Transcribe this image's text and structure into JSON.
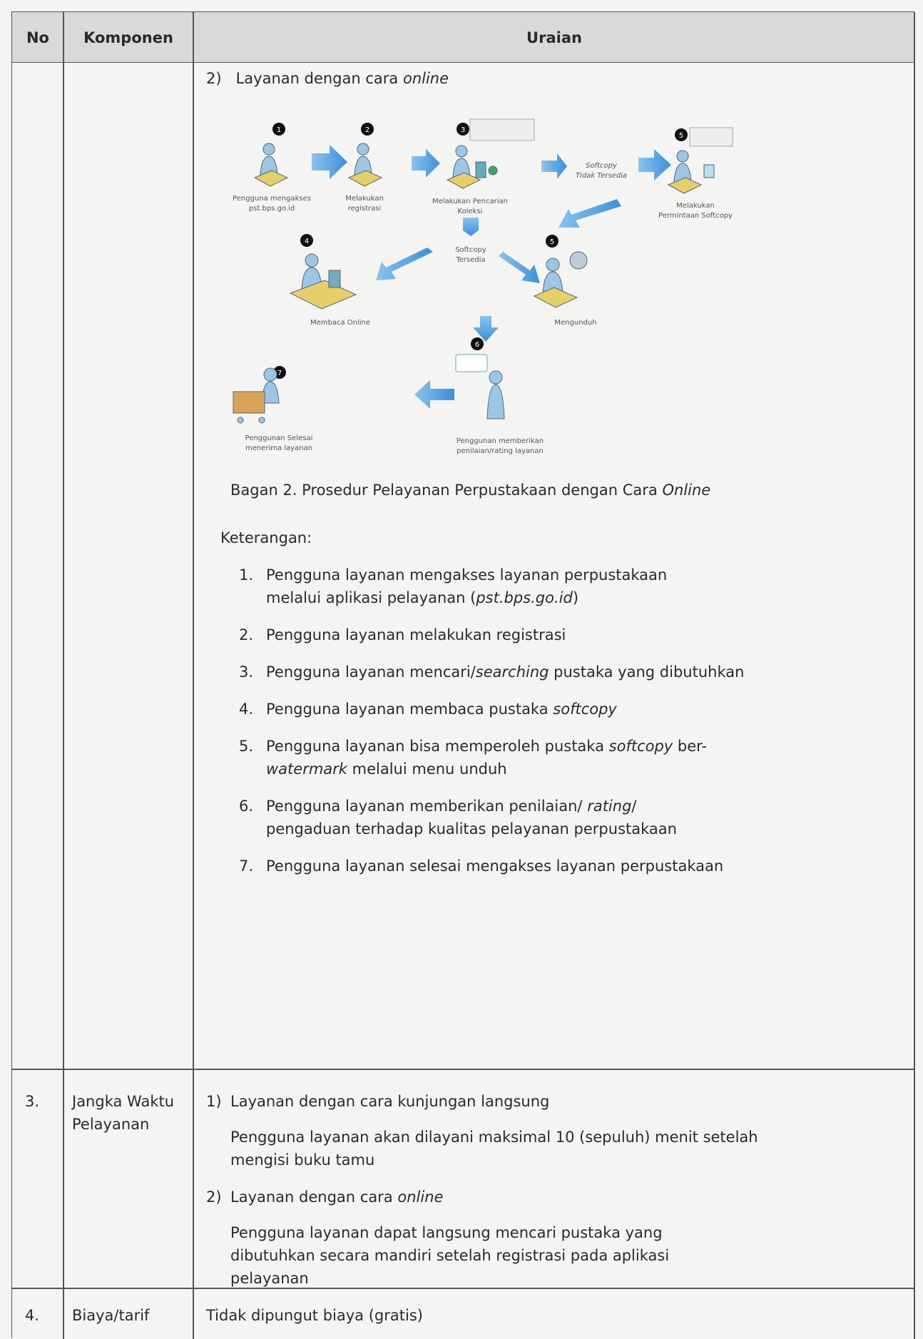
{
  "header": {
    "no": "No",
    "komponen": "Komponen",
    "uraian": "Uraian"
  },
  "section_online": {
    "num": "2)",
    "text": "Layanan dengan cara",
    "text_it": "online"
  },
  "diagram": {
    "steps": [
      "1",
      "2",
      "3",
      "4",
      "5",
      "5",
      "6",
      "7"
    ],
    "labels": {
      "s1a": "Pengguna mengakses",
      "s1b": "pst.bps.go.id",
      "s2a": "Melakukan",
      "s2b": "registrasi",
      "s3a": "Melakukan Pencarian",
      "s3b": "Koleksi",
      "s5a": "Melakukan",
      "s5b": "Permintaan Softcopy",
      "nota": "Softcopy",
      "notb": "Tidak Tersedia",
      "ya": "Softcopy",
      "yb": "Tersedia",
      "read": "Membaca Online",
      "dl": "Mengunduh",
      "d7a": "Penggunan Selesai",
      "d7b": "menerima layanan",
      "d6a": "Penggunan memberikan",
      "d6b": "penilaian/rating layanan"
    }
  },
  "caption": {
    "text": "Bagan 2. Prosedur Pelayanan Perpustakaan dengan Cara",
    "it": "Online"
  },
  "keterangan": "Keterangan:",
  "items": [
    {
      "n": "1.",
      "l1": "Pengguna layanan mengakses layanan perpustakaan",
      "l2a": "melalui aplikasi pelayanan (",
      "l2it": "pst.bps.go.id",
      "l2b": ")"
    },
    {
      "n": "2.",
      "l1": "Pengguna layanan melakukan registrasi"
    },
    {
      "n": "3.",
      "a": "Pengguna layanan mencari/",
      "it": "searching",
      "b": " pustaka yang dibutuhkan"
    },
    {
      "n": "4.",
      "a": "Pengguna layanan membaca pustaka ",
      "it": "softcopy"
    },
    {
      "n": "5.",
      "a": "Pengguna layanan bisa memperoleh pustaka ",
      "it": "softcopy",
      "b": " ber-",
      "l2it": "watermark",
      "l2b": " melalui menu unduh"
    },
    {
      "n": "6.",
      "a": "Pengguna layanan memberikan penilaian/ ",
      "it": "rating",
      "b": "/",
      "l2": "pengaduan terhadap kualitas pelayanan perpustakaan"
    },
    {
      "n": "7.",
      "l1": "Pengguna layanan selesai mengakses layanan perpustakaan"
    }
  ],
  "row3": {
    "no": "3.",
    "komponen1": "Jangka Waktu",
    "komponen2": "Pelayanan",
    "p1num": "1)",
    "p1": "Layanan dengan cara kunjungan langsung",
    "p1d1": "Pengguna layanan akan dilayani maksimal 10 (sepuluh) menit setelah",
    "p1d2": "mengisi buku tamu",
    "p2num": "2)",
    "p2": "Layanan dengan cara",
    "p2it": "online",
    "p2d1": "Pengguna layanan dapat langsung mencari pustaka yang",
    "p2d2": "dibutuhkan secara mandiri setelah registrasi pada aplikasi",
    "p2d3": "pelayanan"
  },
  "row4": {
    "no": "4.",
    "komponen": "Biaya/tarif",
    "uraian": "Tidak dipungut biaya (gratis)"
  }
}
